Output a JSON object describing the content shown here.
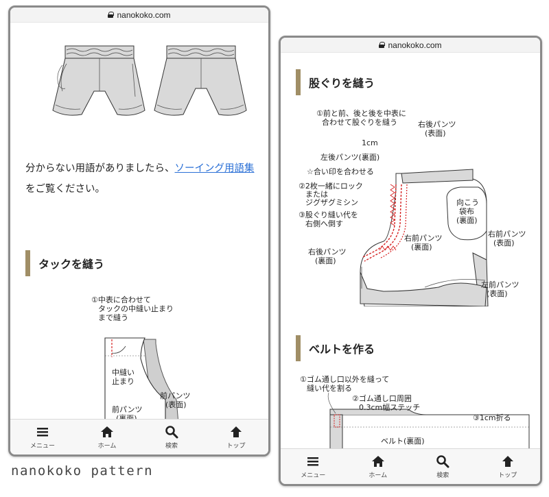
{
  "left_screen": {
    "url": "nanokoko.com",
    "paragraph_prefix": "分からない用語がありましたら、",
    "paragraph_link": "ソーイング用語集",
    "paragraph_suffix": "をご覧ください。",
    "section_heading": "タックを縫う",
    "tuck_diagram": {
      "note1_line1": "①中表に合わせて",
      "note1_line2": "タックの中縫い止まり",
      "note1_line3": "まで縫う",
      "label_inner_a": "中縫い",
      "label_inner_b": "止まり",
      "label_front_a": "前パンツ",
      "label_front_b": "(裏面)",
      "label_side_a": "前パンツ",
      "label_side_b": "(表面)"
    }
  },
  "right_screen": {
    "url": "nanokoko.com",
    "section_heading_1": "股ぐりを縫う",
    "crotch_diagram": {
      "note1_line1": "①前と前、後と後を中表に",
      "note1_line2": "合わせて股ぐりを縫う",
      "label_1cm": "1cm",
      "label_left_back": "左後パンツ(裏面)",
      "label_match": "☆合い印を合わせる",
      "note2_line1": "②2枚一緒にロック",
      "note2_line2": "または",
      "note2_line3": "ジグザグミシン",
      "note3_line1": "③股ぐり縫い代を",
      "note3_line2": "右側へ倒す",
      "label_right_back_outer_a": "右後パンツ",
      "label_right_back_outer_b": "(表面)",
      "label_pocket_a": "向こう",
      "label_pocket_b": "袋布",
      "label_pocket_c": "(裏面)",
      "label_right_front_inner_a": "右前パンツ",
      "label_right_front_inner_b": "(裏面)",
      "label_right_front_outer_a": "右前パンツ",
      "label_right_front_outer_b": "(表面)",
      "label_right_back_inner_a": "右後パンツ",
      "label_right_back_inner_b": "(裏面)",
      "label_left_front_a": "左前パンツ",
      "label_left_front_b": "(表面)"
    },
    "section_heading_2": "ベルトを作る",
    "belt_diagram": {
      "note1_line1": "①ゴム通し口以外を縫って",
      "note1_line2": "縫い代を割る",
      "note2_line1": "②ゴム通し口周囲",
      "note2_line2": "0.3cm幅ステッチ",
      "note3": "③1cm折る",
      "label_belt": "ベルト(裏面)"
    }
  },
  "nav": {
    "menu": "メニュー",
    "home": "ホーム",
    "search": "検索",
    "top": "トップ"
  },
  "brand": "nanokoko pattern",
  "colors": {
    "heading_bar": "#a08e66",
    "link": "#2a6fd6",
    "stitch_red": "#d62020",
    "garment_fill": "#d9d9d9"
  }
}
